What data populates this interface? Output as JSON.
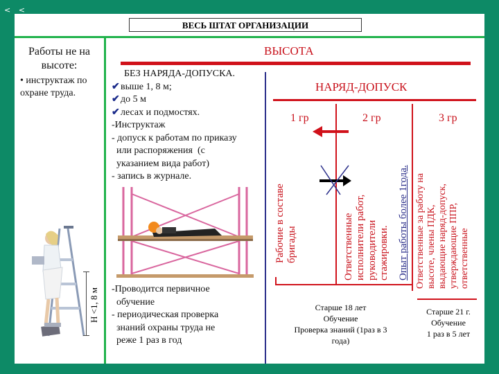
{
  "corner_mark": "< <",
  "header": {
    "title": "ВЕСЬ ШТАТ ОРГАНИЗАЦИИ"
  },
  "left": {
    "title_line1": "Работы  не на",
    "title_line2": "высоте:",
    "bullet_line1": "инструктаж по",
    "bullet_line2": "охране труда.",
    "height_label": "Н <1, 8 м"
  },
  "main": {
    "height_title": "ВЫСОТА",
    "no_permit": {
      "title": "БЕЗ НАРЯДА-ДОПУСКА.",
      "checks": [
        "выше 1, 8 м;",
        "до 5 м",
        "лесах и подмостях."
      ],
      "items": [
        "-Инструктаж",
        "- допуск к работам по приказу",
        "  или распоряжения  (с",
        "  указанием вида работ)",
        "- запись в журнале."
      ],
      "bottom_items": [
        "-Проводится первичное",
        "  обучение",
        "- периодическая проверка",
        "  знаний охраны труда не",
        "  реже 1 раз в год"
      ]
    },
    "permit": {
      "title": "НАРЯД-ДОПУСК",
      "groups": [
        "1 гр",
        "2 гр",
        "3 гр"
      ],
      "vertical_texts": [
        "Рабочие в составе\nбригады",
        "Ответственные\nисполнители работ,\nруководители\nстажировки.",
        "Опыт работы более 1года.",
        "Ответственные за работу на\nвысоте, члены ПДК,\nвыдающие наряд-допуск,\nутверждающие ППР,\nответственные"
      ],
      "group12_requirements": [
        "Старше 18 лет",
        "Обучение",
        "Проверка знаний (1раз в 3",
        "года)"
      ],
      "group3_requirements": [
        "Старше 21 г.",
        "Обучение",
        "1 раз в 5 лет"
      ]
    }
  },
  "colors": {
    "background": "#0d8a66",
    "accent_green": "#1fb24a",
    "accent_red": "#d0111a",
    "divider_navy": "#2b2f8a",
    "scaffold_pink": "#d9669e"
  },
  "icons": [
    "checkmark-icon",
    "left-arrow-icon",
    "strike-cross-icon",
    "scaffold-illustration",
    "woman-on-ladder-illustration"
  ]
}
